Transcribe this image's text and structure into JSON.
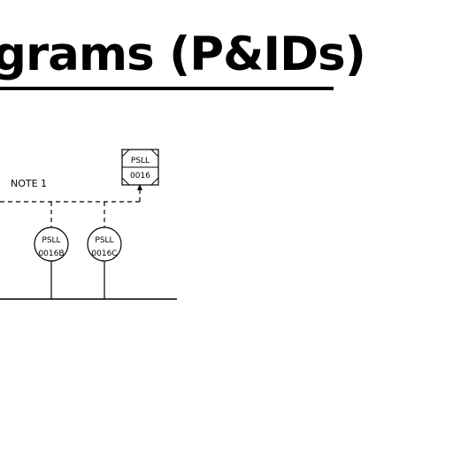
{
  "slide": {
    "title": "grams (P&IDs)"
  },
  "diagram": {
    "note": "NOTE 1",
    "indicators": [
      {
        "tag": "PSLL",
        "number": "0016"
      },
      {
        "tag": "PSLL",
        "number": "0016B"
      },
      {
        "tag": "PSLL",
        "number": "0016C"
      }
    ]
  }
}
